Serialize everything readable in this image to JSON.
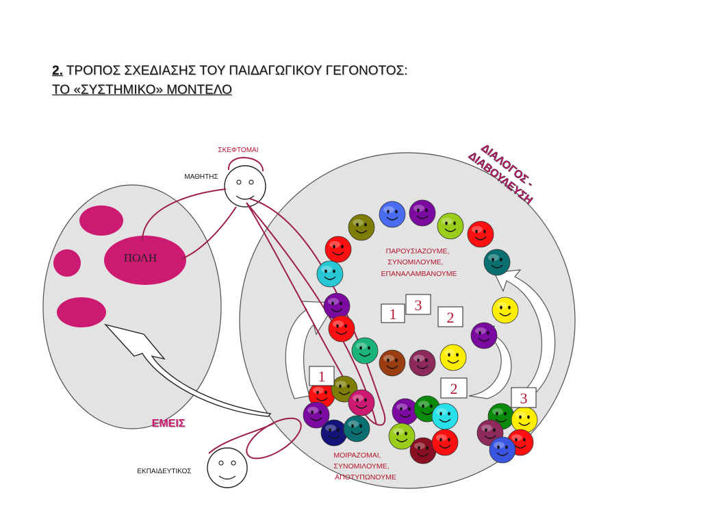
{
  "title": {
    "number": "2.",
    "line1": "ΤΡΟΠΟΣ ΣΧΕΔΙΑΣΗΣ ΤΟΥ ΠΑΙΔΑΓΩΓΙΚΟΥ ΓΕΓΟΝΟΤΟΣ:",
    "line2": "ΤΟ «ΣΥΣΤΗΜΙΚΟ» ΜΟΝΤΕΛΟ"
  },
  "labels": {
    "skeftomai": "ΣΚΕΦΤΟΜΑΙ",
    "mathitis": "ΜΑΘΗΤΗΣ",
    "poli": "ΠΟΛΗ",
    "emeis": "ΕΜΕΙΣ",
    "ekpaideftikos": "ΕΚΠΑΙΔΕΥΤΙΚΟΣ",
    "dialogos": "ΔΙΑΛΟΓΟΣ -",
    "diavoulefsi": "ΔΙΑΒΟΥΛΕΥΣΗ",
    "parousiazoume": [
      "ΠΑΡΟΥΣΙΑΖΟΥΜΕ,",
      "ΣΥΝΟΜΙΛΟΥΜΕ,",
      "ΕΠΑΝΑΛΑΜΒΑΝΟΥΜΕ"
    ],
    "moirazomai": [
      "ΜΟΙΡΑΖΟΜΑΙ,",
      "ΣΥΝΟΜΙΛΟΥΜΕ,",
      "ΑΠΟΤΥΠΩΝΟΥΜΕ"
    ]
  },
  "steps": {
    "one": "1",
    "two": "2",
    "three": "3"
  },
  "colors": {
    "magenta": "#cc1a72",
    "maroon": "#9c1e4b",
    "gray_circle": "#e3e3e3",
    "label_red": "#b5132d"
  }
}
